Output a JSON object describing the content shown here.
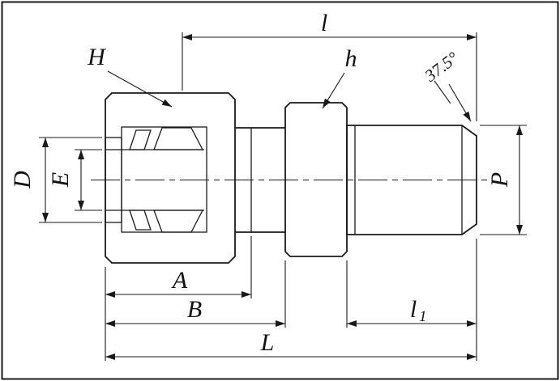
{
  "drawing": {
    "labels": {
      "H": "H",
      "h": "h",
      "l": "l",
      "angle": "37.5°",
      "D": "D",
      "E": "E",
      "P": "P",
      "A": "A",
      "B": "B",
      "L": "L",
      "l1_base": "l",
      "l1_sub": "1"
    },
    "colors": {
      "line": "#1a1a1a",
      "background": "#ffffff",
      "nut_fill": "#cccccc",
      "nut_dot": "#8c8c8c"
    }
  }
}
